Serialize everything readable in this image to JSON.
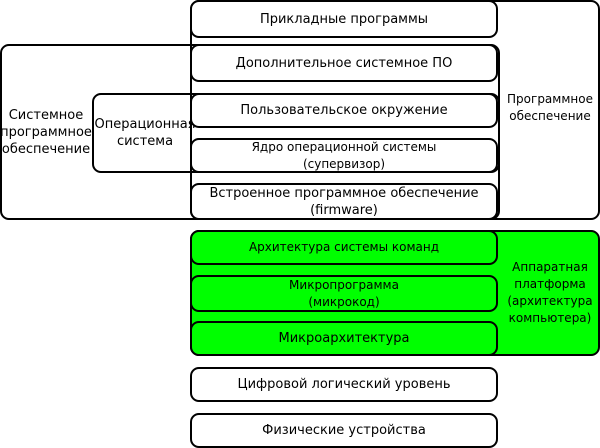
{
  "software": {
    "applications": "Прикладные программы",
    "additional_system_software": "Дополнительное системное ПО",
    "user_environment": "Пользовательское окружение",
    "os_kernel_line1": "Ядро операционной системы",
    "os_kernel_line2": "(супервизор)",
    "firmware_line1": "Встроенное программное обеспечение",
    "firmware_line2": "(firmware)",
    "software_label_line1": "Программное",
    "software_label_line2": "обеспечение",
    "system_software_line1": "Системное",
    "system_software_line2": "программное",
    "system_software_line3": "обеспечение",
    "os_line1": "Операционная",
    "os_line2": "система"
  },
  "hardware": {
    "isa": "Архитектура системы команд",
    "microprogram_line1": "Микропрограмма",
    "microprogram_line2": "(микрокод)",
    "microarchitecture": "Микроархитектура",
    "platform_line1": "Аппаратная",
    "platform_line2": "платформа",
    "platform_line3": "(архитектура",
    "platform_line4": "компьютера)"
  },
  "lower": {
    "digital_logic": "Цифровой логический уровень",
    "physical_devices": "Физические устройства"
  },
  "colors": {
    "hardware_fill": "#00ff00",
    "border": "#000000"
  }
}
